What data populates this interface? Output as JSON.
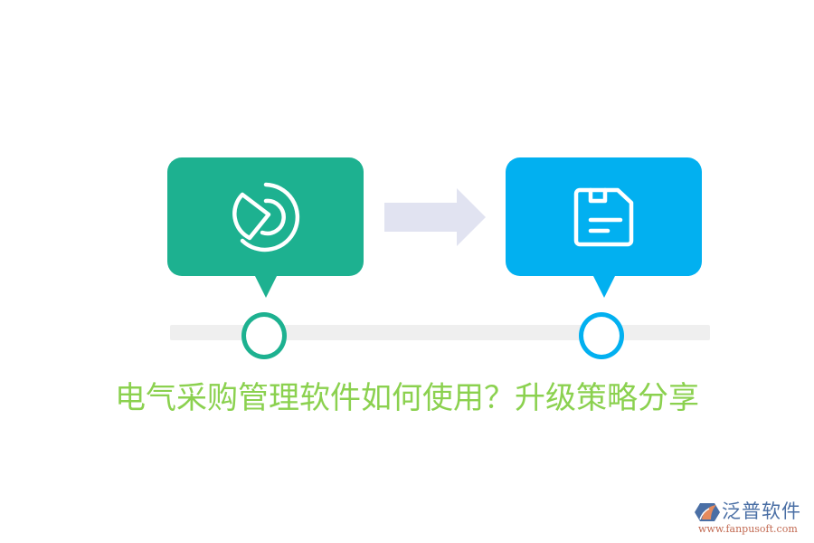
{
  "colors": {
    "green": "#1db190",
    "blue": "#02b0f0",
    "arrow": "#e1e3f1",
    "track": "#efefef",
    "title": "#8bd14f",
    "logo_blue": "#4a6fa5",
    "logo_orange": "#e58a5c"
  },
  "steps": [
    {
      "icon": "pie-chart-icon",
      "color": "#1db190"
    },
    {
      "icon": "floppy-disk-icon",
      "color": "#02b0f0"
    }
  ],
  "arrow": {
    "icon": "right-arrow-icon"
  },
  "title": "电气采购管理软件如何使用？升级策略分享",
  "logo": {
    "brand": "泛普软件",
    "url": "www.fanpusoft.com"
  }
}
